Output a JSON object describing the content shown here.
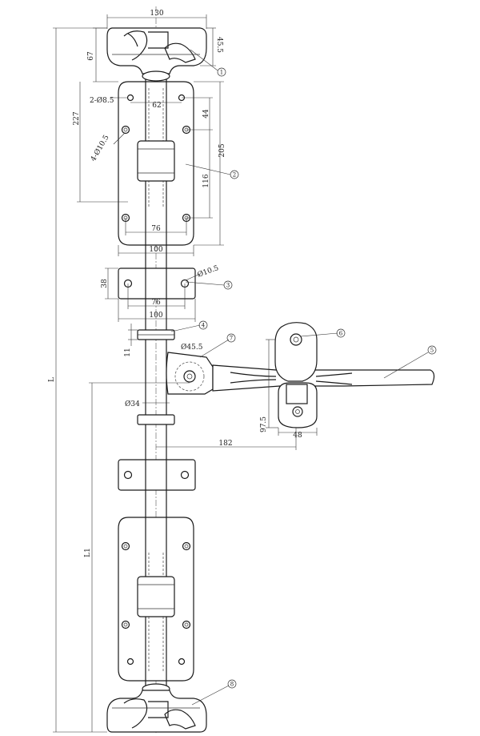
{
  "dimensions": {
    "d130": "130",
    "d67": "67",
    "d45_5_top": "45.5",
    "d2_8_5": "2-Ø8.5",
    "d62": "62",
    "d227": "227",
    "d44": "44",
    "d4_10_5": "4-Ø10.5",
    "d205": "205",
    "d116": "116",
    "d76_a": "76",
    "d100_a": "100",
    "d38": "38",
    "d10_5": "Ø10.5",
    "d76_b": "76",
    "d100_b": "100",
    "d11": "11",
    "d45_5_ring": "Ø45.5",
    "d34": "Ø34",
    "d182": "182",
    "d97_5": "97.5",
    "d48": "48",
    "dL": "L",
    "dL1": "L1"
  },
  "callouts": [
    "1",
    "2",
    "3",
    "4",
    "5",
    "6",
    "7",
    "8"
  ],
  "colors": {
    "line": "#1a1a1a",
    "background": "#ffffff"
  }
}
